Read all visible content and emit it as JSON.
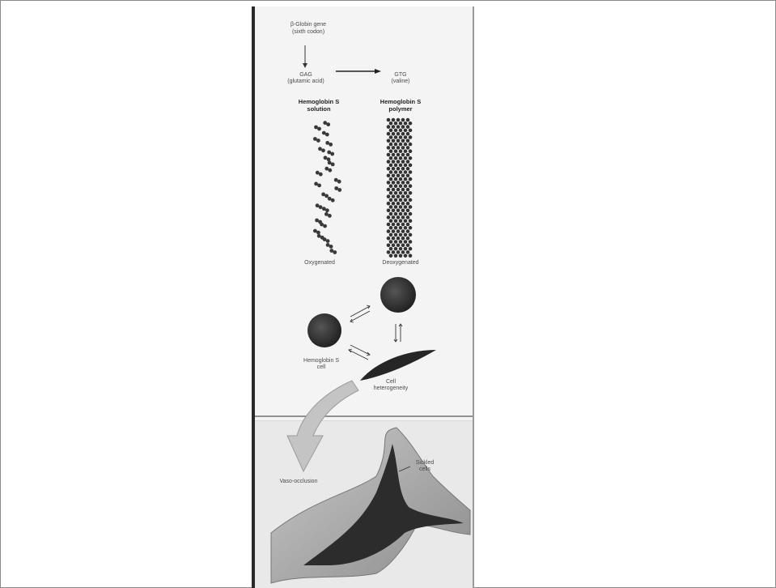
{
  "diagram": {
    "gene_label": "β-Globin gene",
    "gene_sublabel": "(sixth codon)",
    "codon_from": "GAG",
    "codon_from_sub": "(glutamic acid)",
    "codon_to": "GTG",
    "codon_to_sub": "(valine)",
    "solution_title_1": "Hemoglobin S",
    "solution_title_2": "solution",
    "polymer_title_1": "Hemoglobin S",
    "polymer_title_2": "polymer",
    "oxygenated": "Oxygenated",
    "deoxygenated": "Deoxygenated",
    "cell_label_1": "Hemoglobin S",
    "cell_label_2": "cell",
    "sickle_label_1": "Cell",
    "sickle_label_2": "heterogeneity",
    "occlusion_label": "Vaso-occlusion",
    "sickled_label_1": "Sickled",
    "sickled_label_2": "cells"
  },
  "colors": {
    "slide_bg": "#f4f4f4",
    "cell_dark": "#2e2e2e",
    "vessel": "#9a9a9a",
    "arrow_gray": "#b8b8b8"
  }
}
